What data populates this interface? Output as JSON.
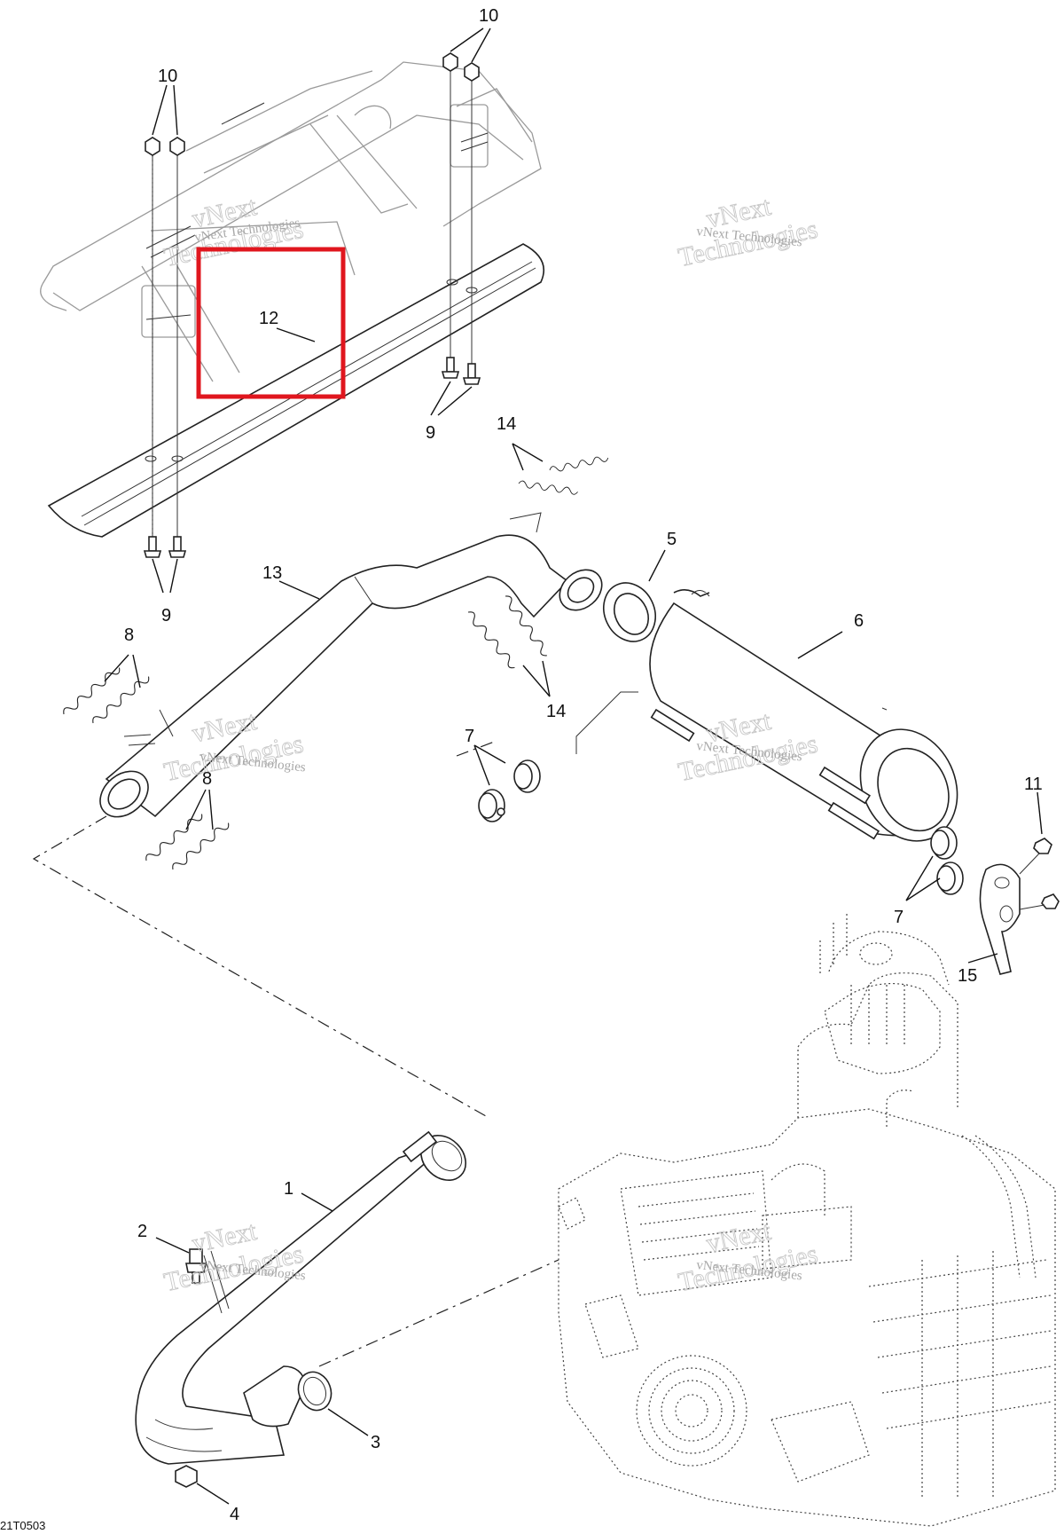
{
  "diagram": {
    "drawing_code": "21T0503",
    "highlight_color": "#e0161e",
    "watermark": {
      "line1": "vNext",
      "line2": "Technologies",
      "small": "vNext Technologies"
    },
    "callouts": {
      "part_1": "1",
      "part_2": "2",
      "part_3": "3",
      "part_4": "4",
      "part_5": "5",
      "part_6": "6",
      "part_7_a": "7",
      "part_7_b": "7",
      "part_8_a": "8",
      "part_8_b": "8",
      "part_9_a": "9",
      "part_9_b": "9",
      "part_10_a": "10",
      "part_10_b": "10",
      "part_11": "11",
      "part_12": "12",
      "part_13": "13",
      "part_14_a": "14",
      "part_14_b": "14",
      "part_15": "15"
    }
  }
}
